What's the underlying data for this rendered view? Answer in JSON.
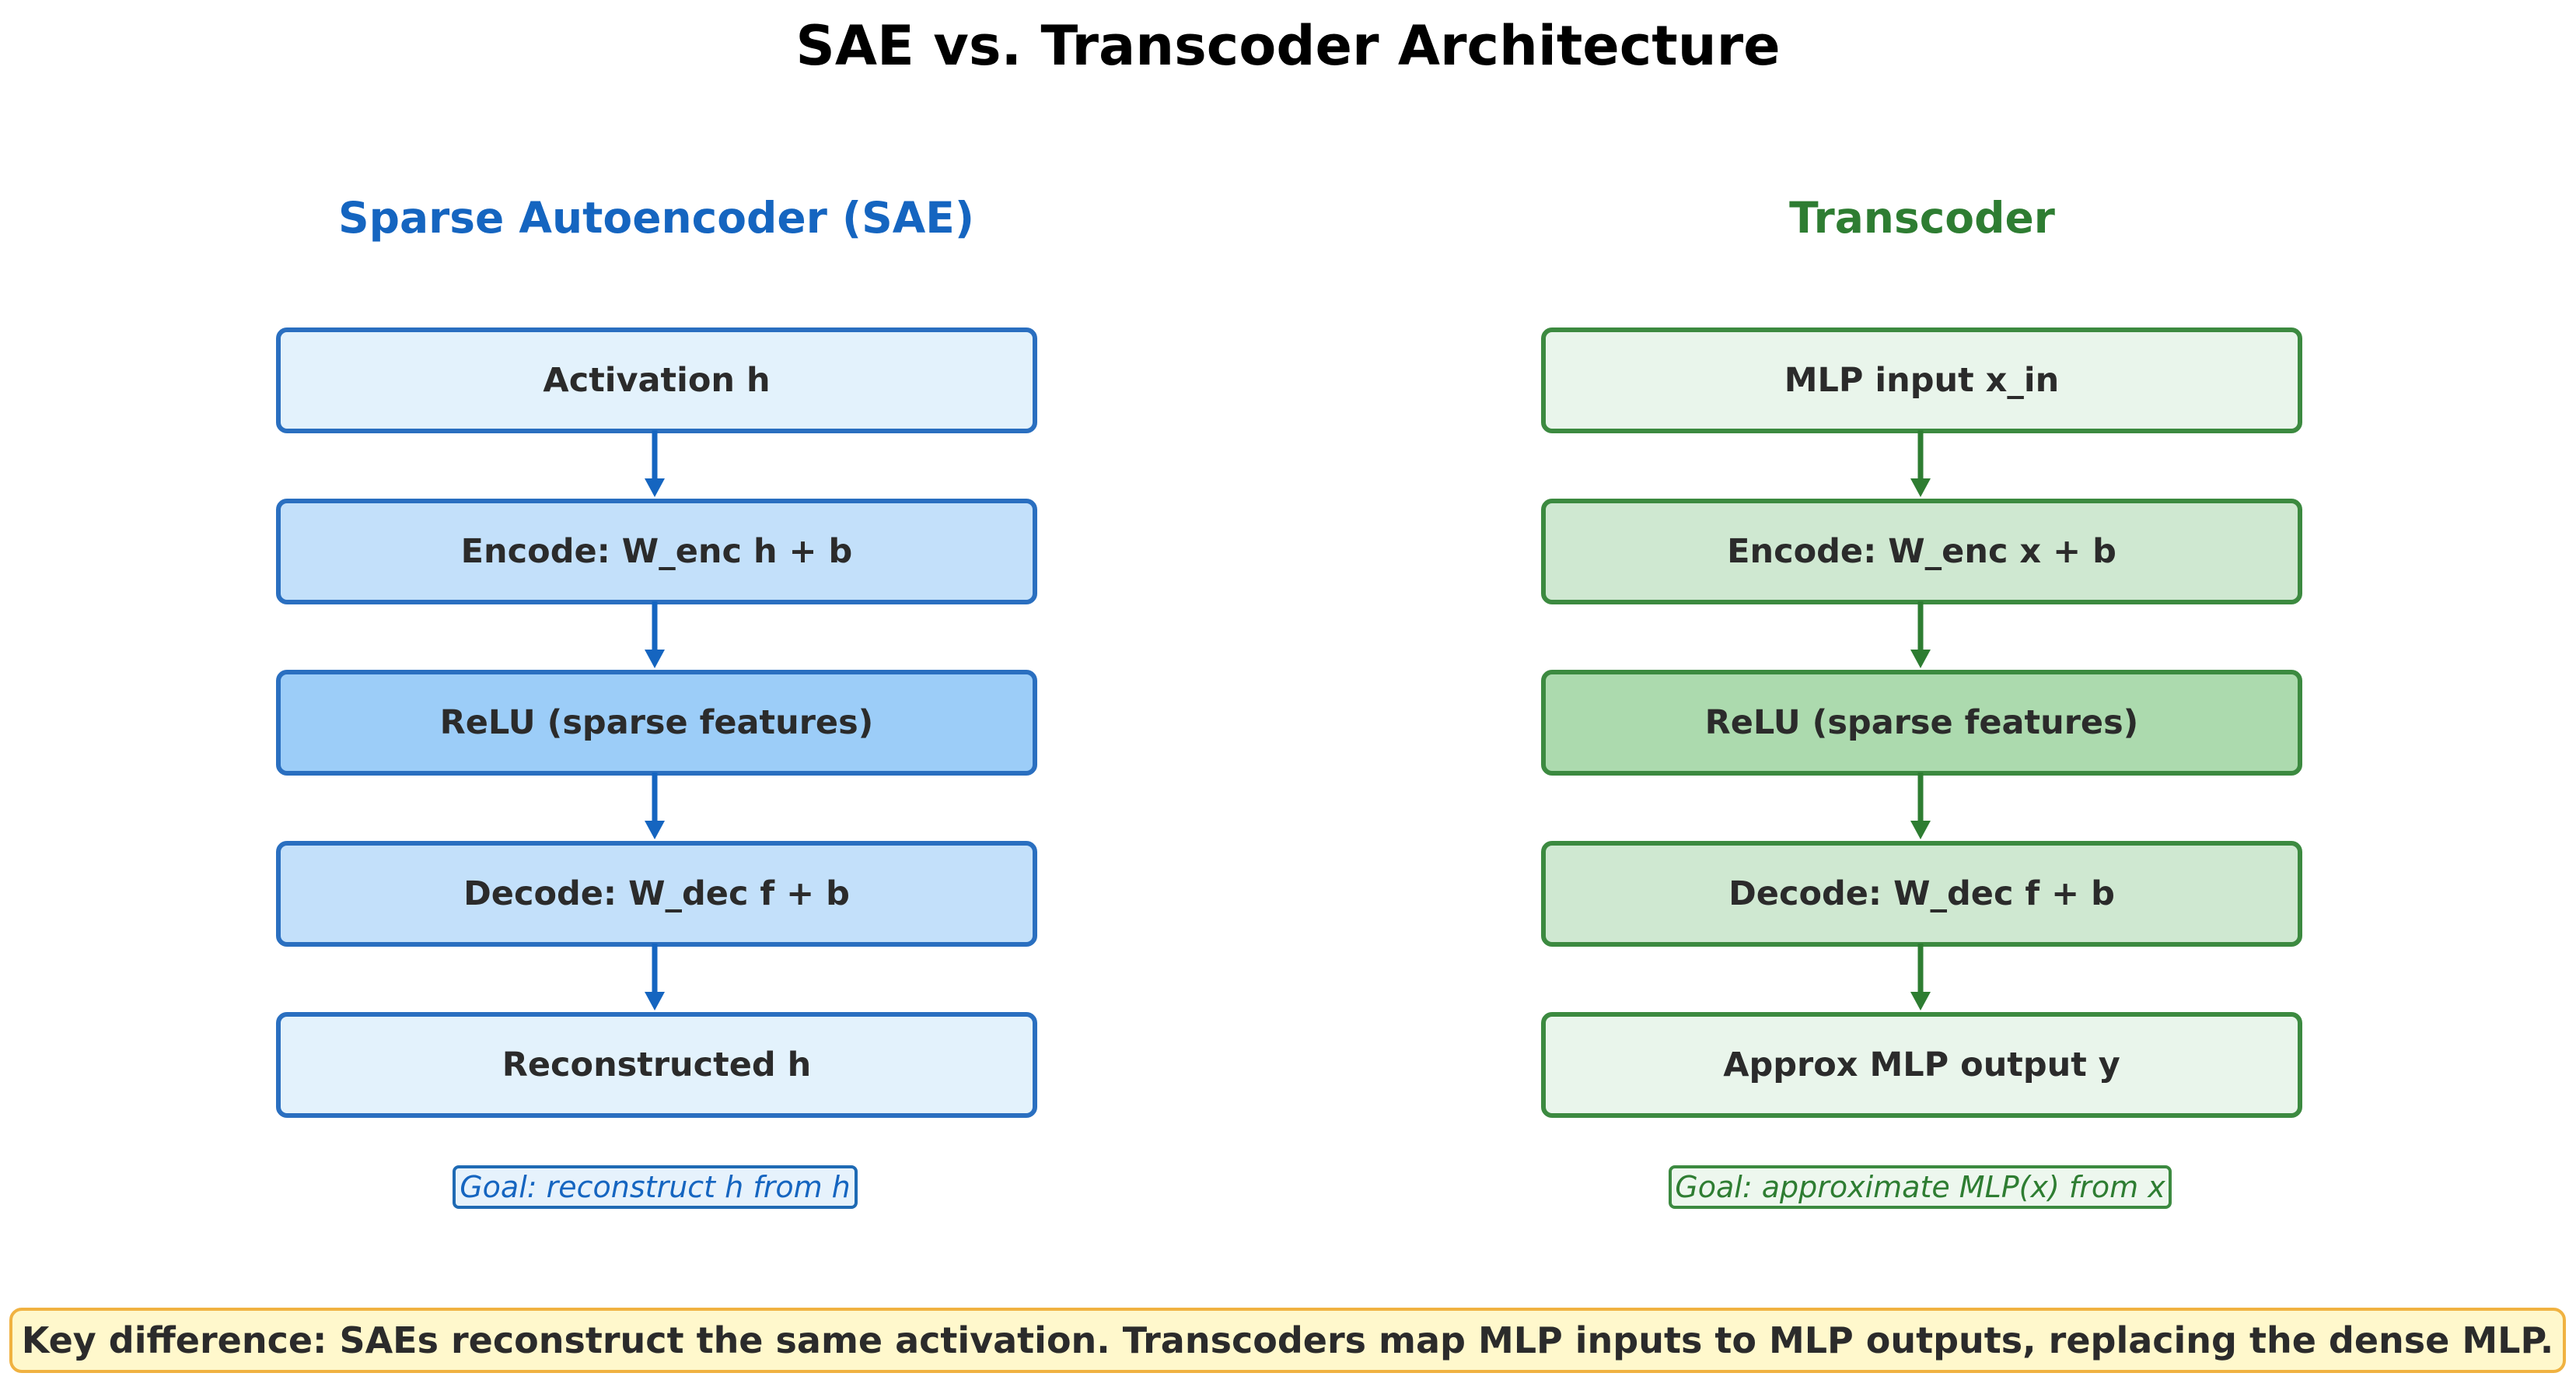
{
  "title": "SAE vs. Transcoder Architecture",
  "columns": {
    "sae": {
      "title": "Sparse Autoencoder (SAE)",
      "color": "#1565c0",
      "steps": [
        "Activation h",
        "Encode: W_enc h + b",
        "ReLU (sparse features)",
        "Decode: W_dec f + b",
        "Reconstructed h"
      ],
      "goal": "Goal: reconstruct h from h"
    },
    "transcoder": {
      "title": "Transcoder",
      "color": "#2e7d32",
      "steps": [
        "MLP input x_in",
        "Encode: W_enc x + b",
        "ReLU (sparse features)",
        "Decode: W_dec f + b",
        "Approx MLP output y"
      ],
      "goal": "Goal: approximate MLP(x) from x"
    }
  },
  "key_difference": "Key difference: SAEs reconstruct the same activation. Transcoders map MLP inputs to MLP outputs, replacing the dense MLP."
}
